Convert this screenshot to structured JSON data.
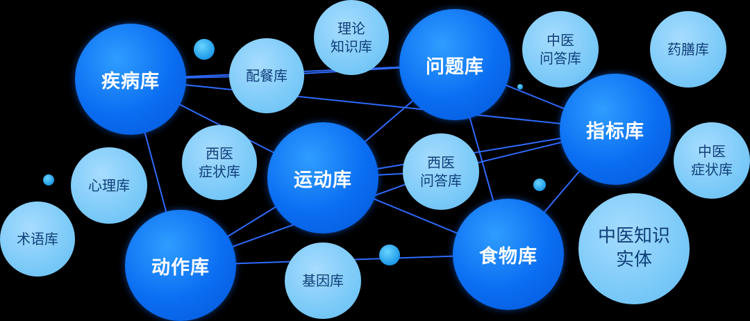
{
  "colors": {
    "background": "#000000",
    "link": "#2f6bff",
    "major_node": "#0a6df2",
    "minor_node": "#7ccaf8",
    "major_text": "#ffffff",
    "minor_text": "#0f3f7a"
  },
  "nodes": {
    "disease": "疾病库",
    "question": "问题库",
    "indicator": "指标库",
    "exercise": "运动库",
    "action": "动作库",
    "food": "食物库",
    "diet": "配餐库",
    "theory": "理论\n知识库",
    "tcm_qa": "中医\n问答库",
    "herbal_diet": "药膳库",
    "wm_symptom": "西医\n症状库",
    "wm_qa": "西医\n问答库",
    "tcm_symptom": "中医\n症状库",
    "psychology": "心理库",
    "terminology": "术语库",
    "gene": "基因库",
    "tcm_entity": "中医知识\n实体"
  },
  "links": [
    [
      "disease",
      "diet"
    ],
    [
      "diet",
      "question"
    ],
    [
      "disease",
      "indicator"
    ],
    [
      "disease",
      "question"
    ],
    [
      "disease",
      "exercise"
    ],
    [
      "disease",
      "action"
    ],
    [
      "question",
      "exercise"
    ],
    [
      "question",
      "indicator"
    ],
    [
      "question",
      "food"
    ],
    [
      "indicator",
      "wm_qa"
    ],
    [
      "indicator",
      "exercise"
    ],
    [
      "indicator",
      "food"
    ],
    [
      "exercise",
      "action"
    ],
    [
      "exercise",
      "food"
    ],
    [
      "exercise",
      "wm_qa"
    ],
    [
      "action",
      "wm_qa"
    ],
    [
      "action",
      "food"
    ]
  ]
}
